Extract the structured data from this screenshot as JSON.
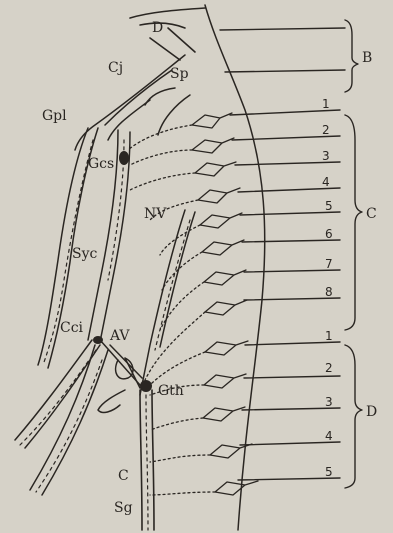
{
  "labels": {
    "D": "D",
    "Cj": "Cj",
    "Sp": "Sp",
    "Gpl": "Gpl",
    "Gcs": "Gcs",
    "Syc": "Syc",
    "NV": "NV",
    "Cci": "Cci",
    "AV": "AV",
    "Gth": "Gth",
    "C": "C",
    "Sg": "Sg"
  },
  "groups": {
    "B": "B",
    "C": "C",
    "D": "D"
  },
  "cervical_numbers": [
    "1",
    "2",
    "3",
    "4",
    "5",
    "6",
    "7",
    "8"
  ],
  "thoracic_numbers": [
    "1",
    "2",
    "3",
    "4",
    "5"
  ],
  "colors": {
    "ink": "#2a2622",
    "paper": "#d6d2c8"
  }
}
